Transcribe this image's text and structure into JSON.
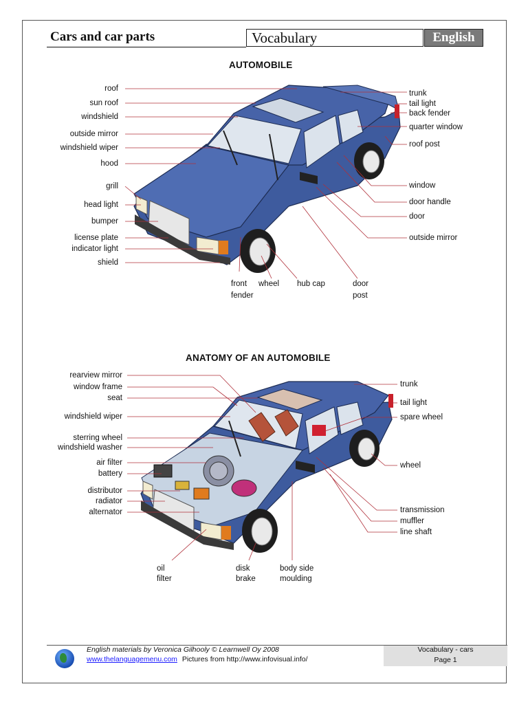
{
  "header": {
    "title": "Cars and car parts",
    "vocabulary": "Vocabulary",
    "language": "English"
  },
  "section1": {
    "title": "AUTOMOBILE",
    "labels_left": [
      "roof",
      "sun roof",
      "windshield",
      "outside mirror",
      "windshield wiper",
      "hood",
      "grill",
      "head light",
      "bumper",
      "license plate",
      "indicator light",
      "shield"
    ],
    "labels_right": [
      "trunk",
      "tail light",
      "back fender",
      "quarter window",
      "roof post",
      "window",
      "door handle",
      "door",
      "outside mirror"
    ],
    "labels_bottom": [
      "front",
      "fender",
      "wheel",
      "hub cap",
      "door",
      "post"
    ]
  },
  "section2": {
    "title": "ANATOMY OF AN AUTOMOBILE",
    "labels_left": [
      "rearview mirror",
      "window frame",
      "seat",
      "windshield wiper",
      "sterring wheel",
      "windshield washer",
      "air filter",
      "battery",
      "distributor",
      "radiator",
      "alternator"
    ],
    "labels_right": [
      "trunk",
      "tail light",
      "spare wheel",
      "wheel",
      "transmission",
      "muffler",
      "line shaft"
    ],
    "labels_bottom": [
      "oil",
      "filter",
      "disk",
      "brake",
      "body side",
      "moulding"
    ]
  },
  "footer": {
    "credit": "English materials by Veronica Gilhooly © Learnwell Oy 2008",
    "site": "www.thelanguagemenu.com",
    "pictures": "Pictures from http://www.infovisual.info/",
    "box_title": "Vocabulary - cars",
    "page": "Page 1"
  },
  "colors": {
    "car_body": "#4a66a8",
    "leader_line": "#b0303a"
  }
}
